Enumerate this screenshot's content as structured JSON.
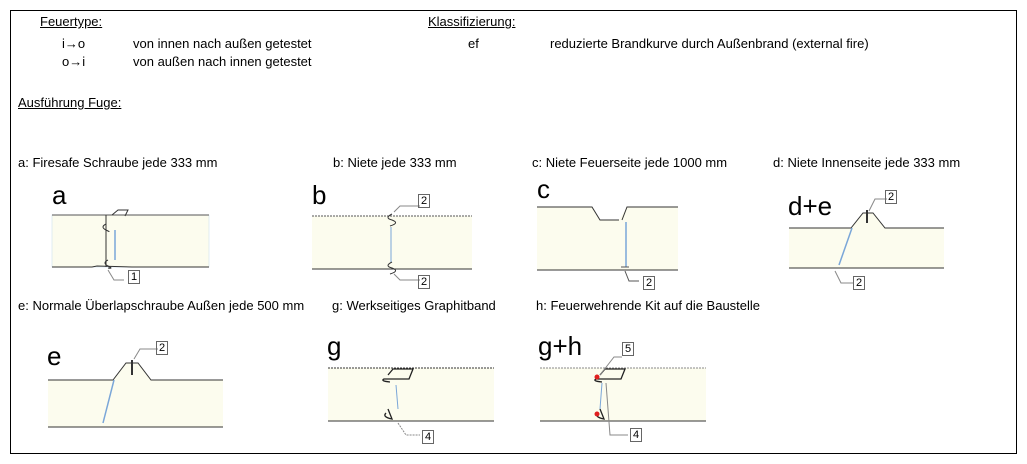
{
  "legend": {
    "fire_type_title": "Feuertype:",
    "fire_types": [
      {
        "code": "i→o",
        "desc": "von innen nach außen getestet"
      },
      {
        "code": "o→i",
        "desc": "von außen nach innen getestet"
      }
    ],
    "class_title": "Klassifizierung:",
    "classes": [
      {
        "code": "ef",
        "desc": "reduzierte Brandkurve durch Außenbrand (external fire)"
      }
    ]
  },
  "section_title": "Ausführung Fuge:",
  "details": [
    {
      "caption": "a: Firesafe Schraube jede 333 mm",
      "letter": "a",
      "callouts": [
        "1"
      ]
    },
    {
      "caption": "b: Niete jede 333 mm",
      "letter": "b",
      "callouts": [
        "2",
        "2"
      ]
    },
    {
      "caption": "c: Niete Feuerseite jede 1000 mm",
      "letter": "c",
      "callouts": [
        "2"
      ]
    },
    {
      "caption": "d: Niete Innenseite jede 333 mm",
      "letter": "d+e",
      "callouts": [
        "2",
        "2"
      ]
    },
    {
      "caption": "e: Normale Überlapschraube Außen jede 500 mm",
      "letter": "e",
      "callouts": [
        "2"
      ]
    },
    {
      "caption": "g: Werkseitiges Graphitband",
      "letter": "g",
      "callouts": [
        "4"
      ]
    },
    {
      "caption": "h: Feuerwehrende Kit auf die Baustelle",
      "letter": "g+h",
      "callouts": [
        "5",
        "4"
      ]
    }
  ],
  "colors": {
    "panel": "#fcfcee",
    "seal": "#e02020",
    "joint": "#7aa6d8"
  }
}
